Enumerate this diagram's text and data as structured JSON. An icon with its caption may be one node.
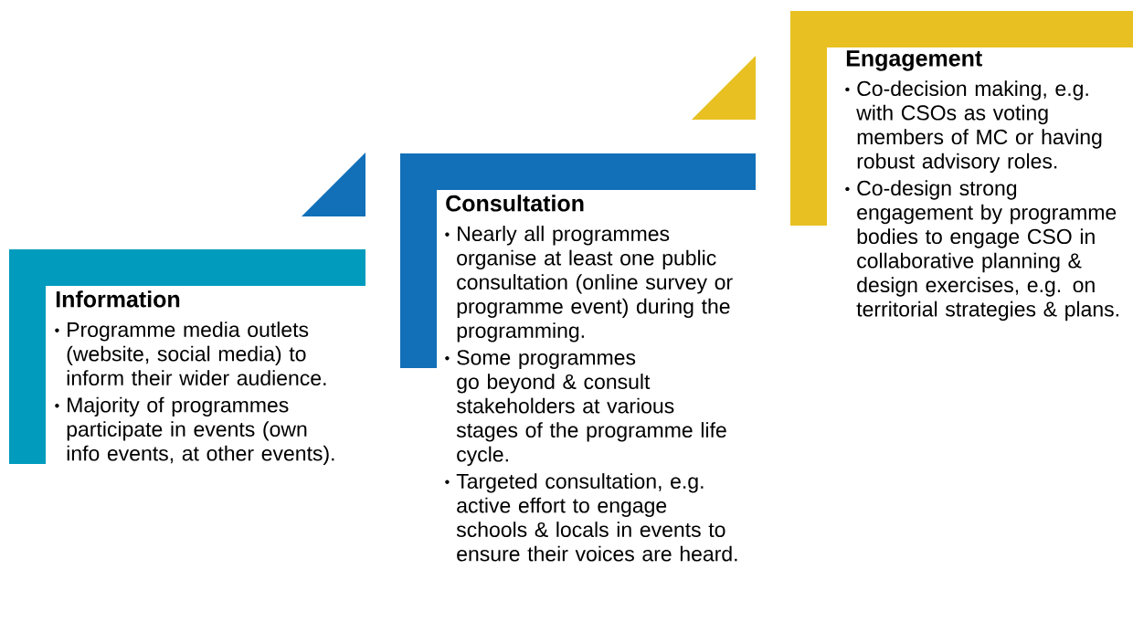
{
  "diagram": {
    "nodes": [
      {
        "text": [
          "Information",
          "Programme media outlets (website, social media) to inform their wider audience.",
          "Majority of programmes participate in events (own info events, at other events)."
        ]
      },
      {
        "text": [
          "Consultation",
          "Nearly all programmes organise at least one public consultation (online survey or programme event) during the programming.",
          "Some programmes go beyond  & consult stakeholders at various stages of the programme life cycle.",
          "Targeted consultation, e.g. active effort to engage schools & locals in events to ensure their voices are heard."
        ]
      },
      {
        "text": [
          "Engagement",
          "Co-decision making, e.g. with CSOs as voting members of MC or having robust advisory roles.",
          "Co-design strong engagement by programme bodies to engage CSO in collaborative planning & design exercises, e.g. on territorial strategies & plans."
        ]
      }
    ]
  }
}
